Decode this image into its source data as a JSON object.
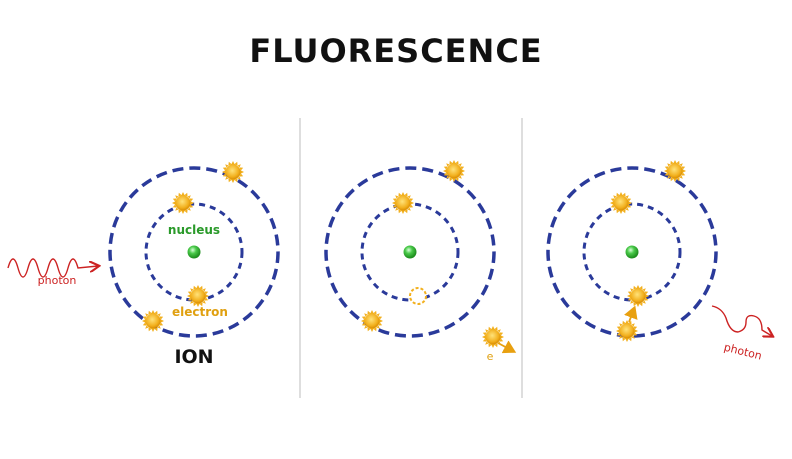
{
  "title": "FLUORESCENCE",
  "labels": {
    "photon_in": "photon",
    "nucleus": "nucleus",
    "electron": "electron",
    "ion": "ION",
    "electron_short": "e",
    "photon_out": "photon"
  },
  "colors": {
    "orbit": "#2a3a9a",
    "electron": "#f2b01e",
    "nucleus": "#3fbf3f",
    "photon": "#cc2222",
    "nucleus_label": "#2a9a2a",
    "electron_label": "#e0a010",
    "divider": "#c8c8c8"
  },
  "panels": [
    "absorption",
    "ejection",
    "emission"
  ]
}
